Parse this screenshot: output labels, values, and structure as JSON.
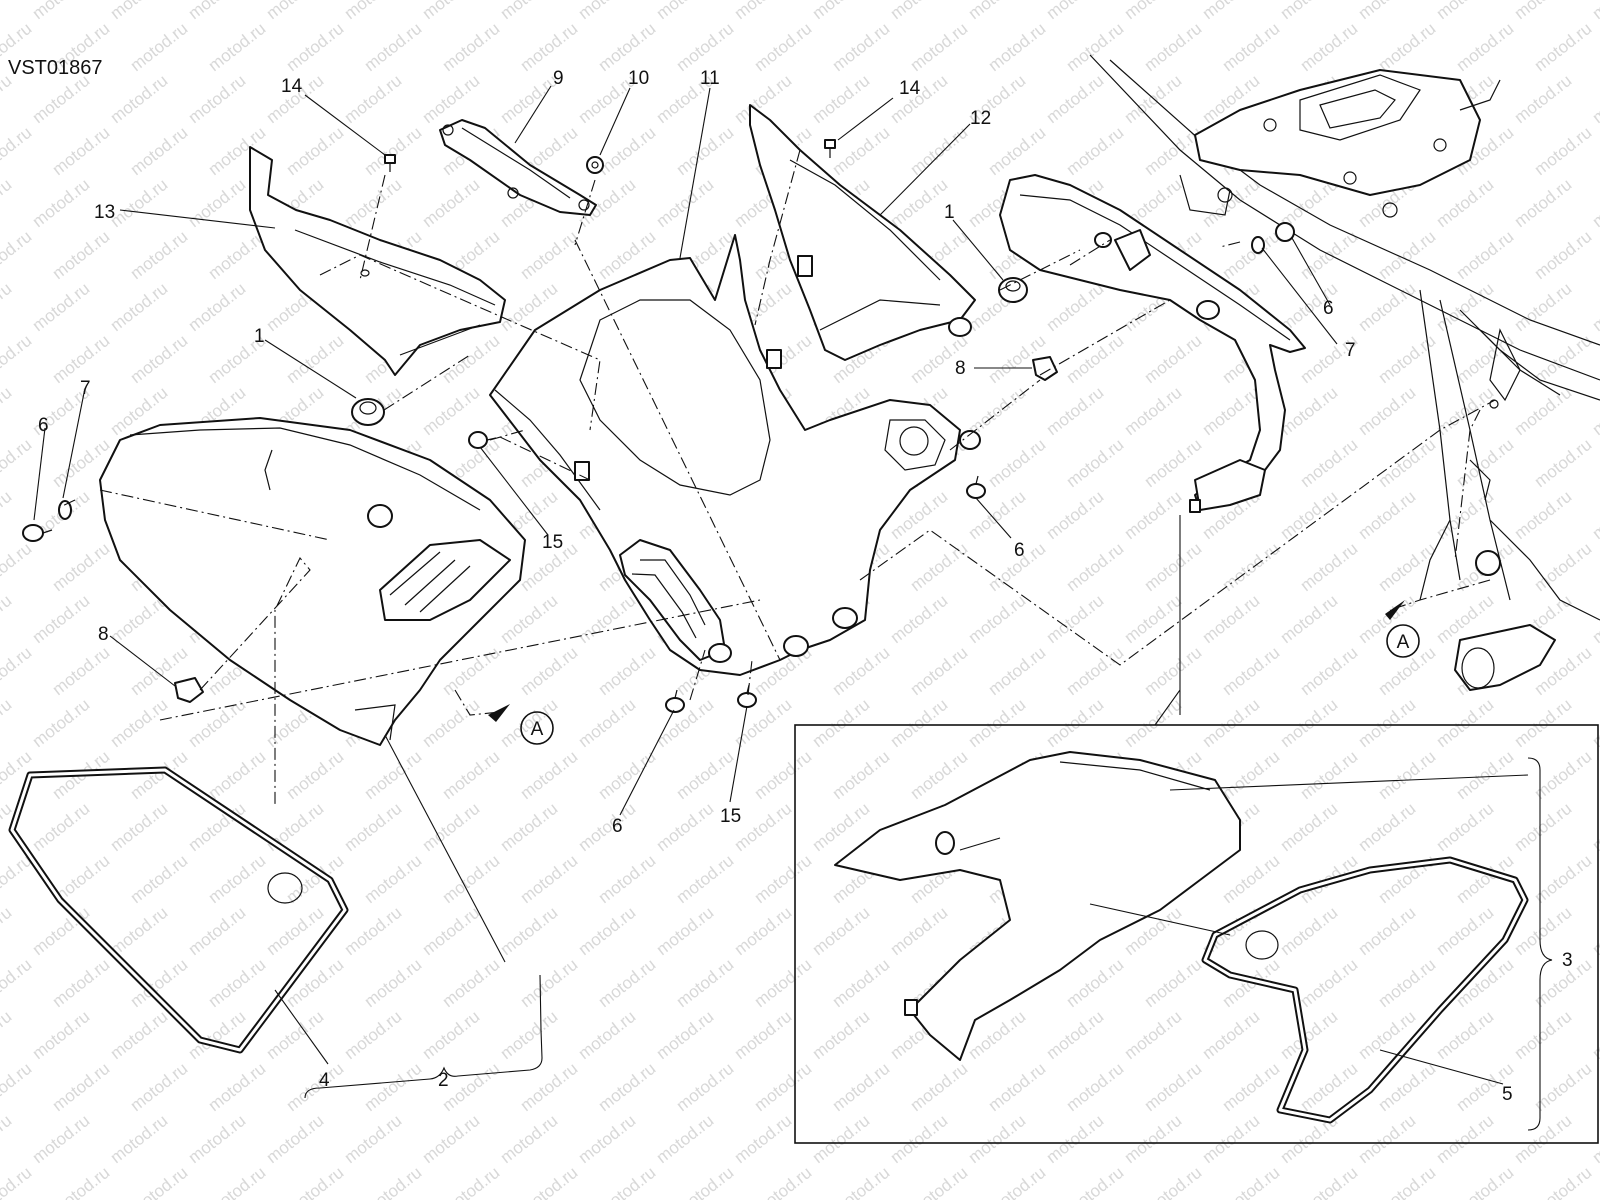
{
  "diagram": {
    "code": "VST01867",
    "watermark": "motod.ru",
    "view_marker": "A",
    "labels": {
      "l1a": "1",
      "l1b": "1",
      "l2": "2",
      "l3": "3",
      "l4": "4",
      "l5": "5",
      "l6a": "6",
      "l6b": "6",
      "l6c": "6",
      "l6d": "6",
      "l7a": "7",
      "l7b": "7",
      "l8a": "8",
      "l8b": "8",
      "l9": "9",
      "l10": "10",
      "l11": "11",
      "l12": "12",
      "l13": "13",
      "l14a": "14",
      "l14b": "14",
      "l15a": "15",
      "l15b": "15"
    }
  }
}
